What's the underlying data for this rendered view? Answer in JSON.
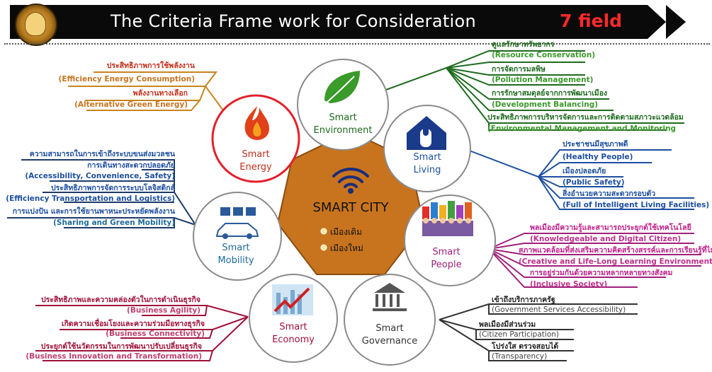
{
  "header": {
    "title": "The Criteria Frame work for Consideration",
    "field_count": "7 field",
    "colors": {
      "bar": "#0a0a0a",
      "title": "#ffffff",
      "accent": "#ff2a2a"
    },
    "logo_icon": "royal-seal-emblem"
  },
  "center": {
    "title": "SMART CITY",
    "items": [
      "เมืองเดิม",
      "เมืองใหม่"
    ],
    "icon": "wifi-icon",
    "color": "#c8741e"
  },
  "nodes": {
    "energy": {
      "line1": "Smart",
      "line2": "Energy",
      "icon": "flame-icon",
      "color": "#c0301a",
      "highlight": "#e3202a"
    },
    "environment": {
      "line1": "Smart",
      "line2": "Environment",
      "icon": "leaf-icon",
      "color": "#1e6a1e"
    },
    "living": {
      "line1": "Smart",
      "line2": "Living",
      "icon": "house-touch-icon",
      "color": "#1e4fa0"
    },
    "people": {
      "line1": "Smart",
      "line2": "People",
      "icon": "crowd-icon",
      "color": "#a0207a"
    },
    "governance": {
      "line1": "Smart",
      "line2": "Governance",
      "icon": "government-building-icon",
      "color": "#333333"
    },
    "economy": {
      "line1": "Smart",
      "line2": "Economy",
      "icon": "growth-chart-icon",
      "color": "#a0103a"
    },
    "mobility": {
      "line1": "Smart",
      "line2": "Mobility",
      "icon": "car-icon",
      "color": "#1e6a9a"
    }
  },
  "branches": {
    "energy": [
      {
        "th": "ประสิทธิภาพการใช้พลังงาน",
        "en": "(Efficiency Energy Consumption)"
      },
      {
        "th": "พลังงานทางเลือก",
        "en": "(Alternative Green Energy)"
      }
    ],
    "environment": [
      {
        "th": "ดูแลรักษาทรัพยากร",
        "en": "(Resource Conservation)"
      },
      {
        "th": "การจัดการมลพิษ",
        "en": "(Pollution Management)"
      },
      {
        "th": "การรักษาสมดุลย์จากการพัฒนาเมือง",
        "en": "(Development Balancing)"
      },
      {
        "th": "ประสิทธิภาพการบริหารจัดการและการติดตามสภาวะแวดล้อม",
        "en": "(Environmental Management and Monitoring"
      }
    ],
    "living": [
      {
        "th": "ประชาชนมีสุขภาพดี",
        "en": "(Healthy People)"
      },
      {
        "th": "เมืองปลอดภัย",
        "en": "(Public Safety)"
      },
      {
        "th": "สิ่งอำนวยความสะดวกรอบตัว",
        "en": "(Full of Intelligent Living Facilities)"
      }
    ],
    "people": [
      {
        "th": "พลเมืองมีความรู้และสามารถประยุกต์ใช้เทคโนโลยี",
        "en": "(Knowledgeable and Digital Citizen)"
      },
      {
        "th": "สภาพแวดล้อมที่ส่งเสริมความคิดสร้างสรรค์และการเรียนรู้ที่ไม่สิ้นสุด",
        "en": "(Creative and Life-Long Learning Environment)"
      },
      {
        "th": "การอยู่ร่วมกันด้วยความหลากหลายทางสังคม",
        "en": "(Inclusive Society)"
      }
    ],
    "governance": [
      {
        "th": "เข้าถึงบริการภาครัฐ",
        "en": "(Government Services Accessibility)"
      },
      {
        "th": "พลเมืองมีส่วนร่วม",
        "en": "(Citizen Participation)"
      },
      {
        "th": "โปร่งใส ตรวจสอบได้",
        "en": "(Transparency)"
      }
    ],
    "economy": [
      {
        "th": "ประสิทธิภาพและความคล่องตัวในการดำเนินธุรกิจ",
        "en": "(Business Agility)"
      },
      {
        "th": "เกิดความเชื่อมโยงและความร่วมมือทางธุรกิจ",
        "en": "(Business Connectivity)"
      },
      {
        "th": "ประยุกต์ใช้นวัตกรรมในการพัฒนาปรับเปลี่ยนธุรกิจ",
        "en": "(Business Innovation and Transformation)"
      }
    ],
    "mobility": [
      {
        "th": "ความสามารถในการเข้าถึงระบบขนส่งมวลชน",
        "th2": "การเดินทางสะดวกปลอดภัย",
        "en": "(Accessibility, Convenience, Safety)"
      },
      {
        "th": "ประสิทธิภาพการจัดการระบบโลจิสติกส์",
        "en": "(Efficiency Transportation and Logistics)"
      },
      {
        "th": "การแบ่งปัน และการใช้ยานพาหนะประหยัดพลังงาน",
        "en": "(Sharing and Green Mobility)"
      }
    ]
  }
}
